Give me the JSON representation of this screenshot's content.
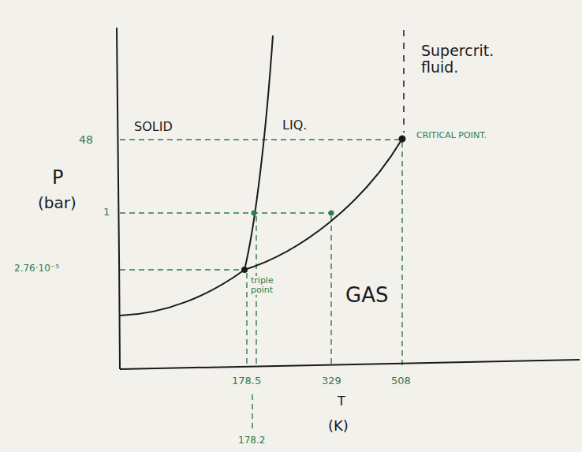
{
  "diagram": {
    "labels": [
      "SOLID",
      "LIQ.",
      "Supercrit. fluid.",
      "CRITICAL POINT.",
      "48",
      "P",
      "(bar)",
      "1",
      "2.76·10⁻⁵",
      "triple point",
      "GAS",
      "178.5",
      "329",
      "508",
      "T",
      "(K)",
      "178.2"
    ]
  }
}
